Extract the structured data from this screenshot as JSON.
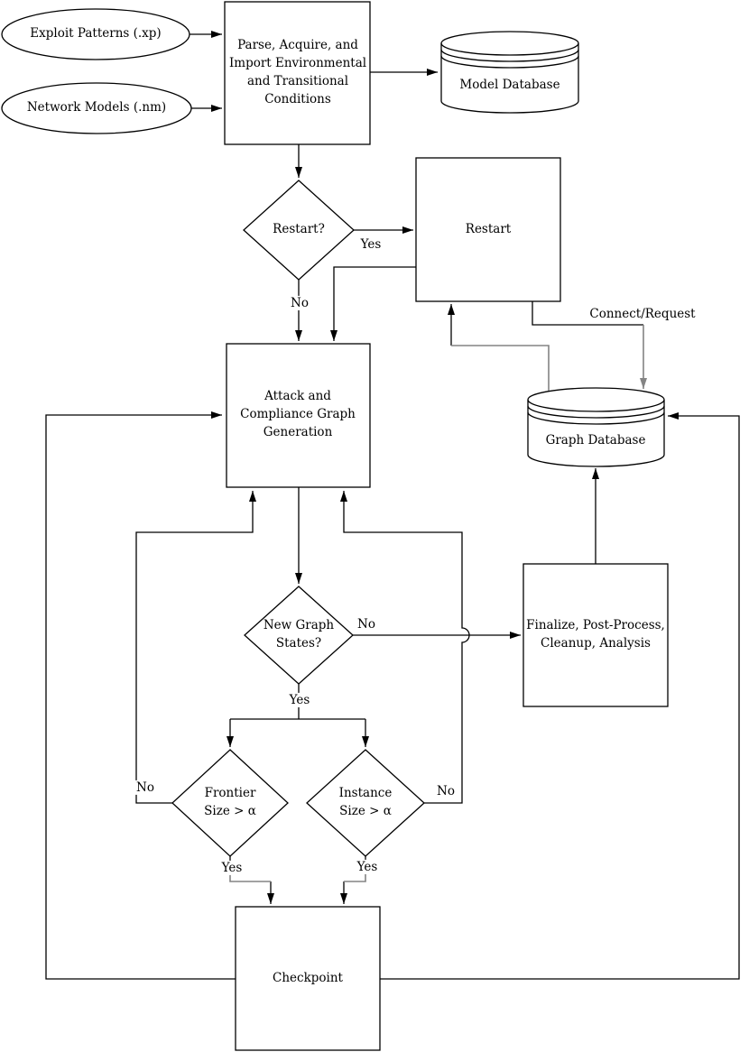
{
  "colors": {
    "stroke": "#000000",
    "alt_stroke": "#848484",
    "background": "#ffffff"
  },
  "nodes": {
    "exploit_patterns": {
      "shape": "ellipse",
      "label": "Exploit Patterns (.xp)"
    },
    "network_models": {
      "shape": "ellipse",
      "label": "Network Models (.nm)"
    },
    "parse_import": {
      "shape": "process",
      "label": "Parse, Acquire, and\nImport Environmental\nand Transitional\nConditions"
    },
    "model_database": {
      "shape": "database",
      "label": "Model Database"
    },
    "restart_decision": {
      "shape": "decision",
      "label": "Restart?"
    },
    "restart": {
      "shape": "process",
      "label": "Restart"
    },
    "attack_graph_generation": {
      "shape": "process",
      "label": "Attack and\nCompliance Graph\nGeneration"
    },
    "graph_database": {
      "shape": "database",
      "label": "Graph Database"
    },
    "new_graph_states": {
      "shape": "decision",
      "label": "New Graph\nStates?"
    },
    "finalize": {
      "shape": "process",
      "label": "Finalize, Post-Process,\nCleanup, Analysis"
    },
    "frontier_size": {
      "shape": "decision",
      "label": "Frontier\nSize > α"
    },
    "instance_size": {
      "shape": "decision",
      "label": "Instance\nSize > α"
    },
    "checkpoint": {
      "shape": "process",
      "label": "Checkpoint"
    }
  },
  "edge_labels": {
    "restart_yes": "Yes",
    "restart_no": "No",
    "connect_request": "Connect/Request",
    "new_graph_no": "No",
    "new_graph_yes": "Yes",
    "frontier_no": "No",
    "frontier_yes": "Yes",
    "instance_no": "No",
    "instance_yes": "Yes"
  }
}
